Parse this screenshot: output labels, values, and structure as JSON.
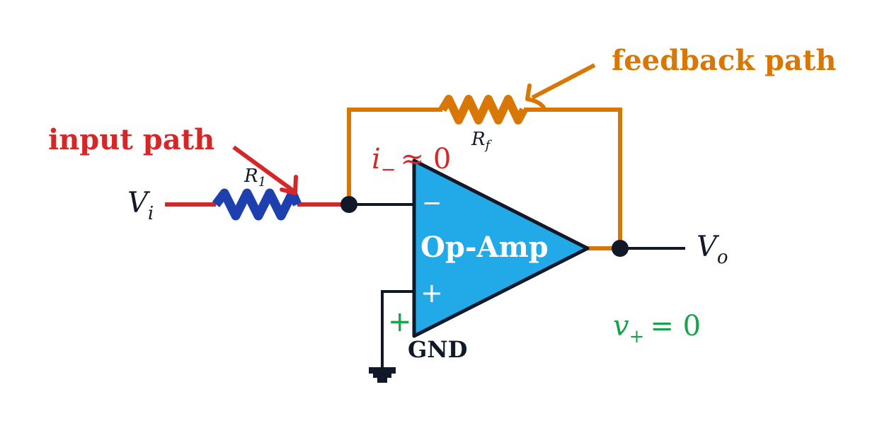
{
  "labels": {
    "input_voltage": "V",
    "input_voltage_sub": "i",
    "output_voltage": "V",
    "output_voltage_sub": "o",
    "r1": "R",
    "r1_sub": "1",
    "rf": "R",
    "rf_sub": "f",
    "input_path": "input path",
    "feedback_path": "feedback path",
    "i_minus": "i",
    "i_minus_sub": "−",
    "i_minus_rel": "≈ 0",
    "v_plus": "v",
    "v_plus_sub": "+",
    "v_plus_rel": "= 0",
    "opamp": "Op-Amp",
    "minus_sign": "−",
    "plus_sign": "+",
    "plus_node": "+",
    "gnd": "GND"
  },
  "colors": {
    "input_path": "#d62728",
    "feedback_path": "#d97706",
    "opamp_fill": "#22aae8",
    "opamp_stroke": "#111827",
    "r1": "#1e40af",
    "wire": "#111827",
    "v_plus": "#16a34a",
    "opamp_text": "#ffffff"
  }
}
